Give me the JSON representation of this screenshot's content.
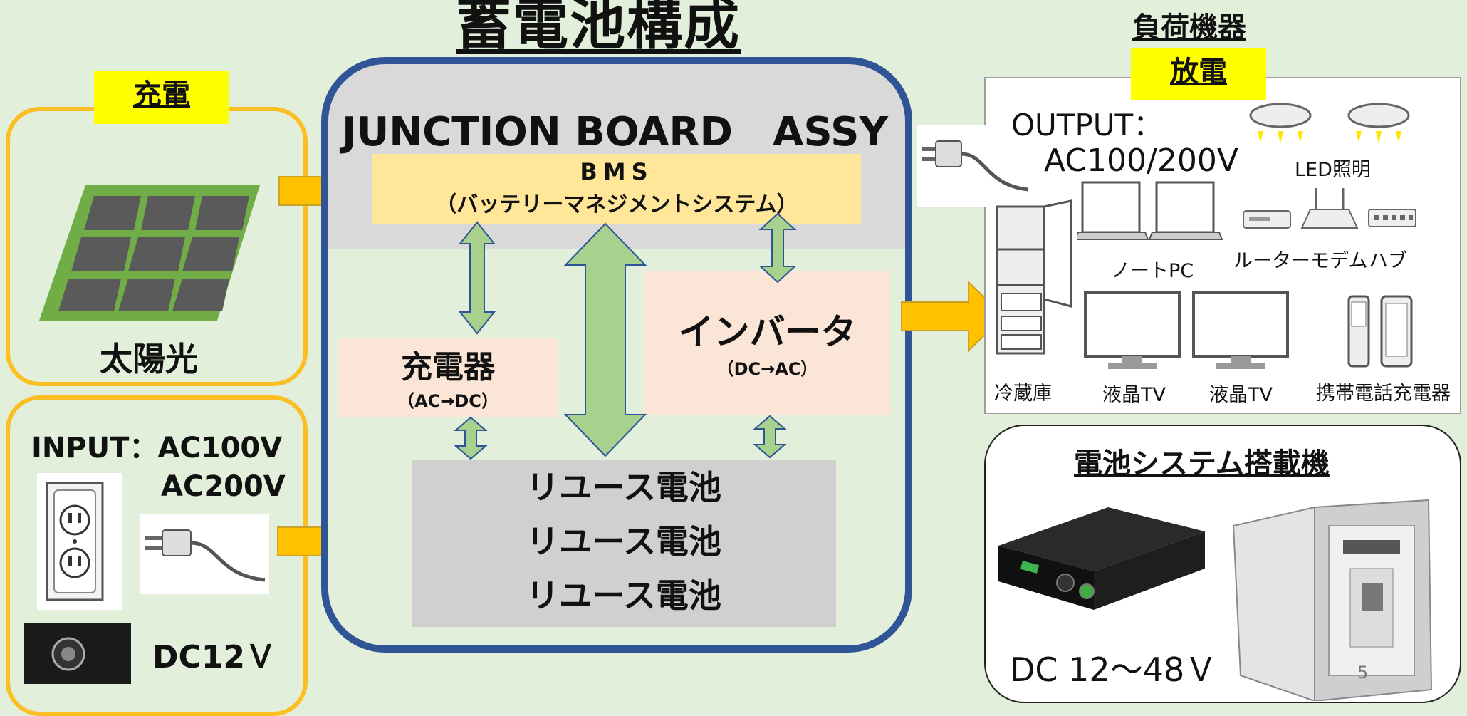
{
  "title": "蓄電池構成",
  "charge": {
    "tag": "充電",
    "solar_label": "太陽光"
  },
  "input": {
    "label1": "INPUT：AC100V",
    "label2": "AC200V",
    "dc_label": "DC12Ｖ"
  },
  "junction": {
    "title": "JUNCTION BOARD　ASSY",
    "bms_line1": "BMS",
    "bms_line2": "（バッテリーマネジメントシステム）",
    "charger": "充電器",
    "charger_sub": "（AC→DC）",
    "inverter": "インバータ",
    "inverter_sub": "（DC→AC）",
    "batteries": [
      "リユース電池",
      "リユース電池",
      "リユース電池"
    ]
  },
  "load": {
    "header": "負荷機器",
    "discharge_tag": "放電",
    "output_line1": "OUTPUT：",
    "output_line2": "AC100/200V",
    "items": {
      "led": "LED照明",
      "router": "ルーターモデム",
      "hub": "ハブ",
      "laptop": "ノートPC",
      "fridge": "冷蔵庫",
      "tv1": "液晶TV",
      "tv2": "液晶TV",
      "phone": "携帯電話充電器"
    }
  },
  "system": {
    "title": "電池システム搭載機",
    "dc_range": "DC 12～48Ｖ"
  },
  "page_number": "5",
  "colors": {
    "background": "#e2efda",
    "arrow_orange": "#ffc000",
    "arrow_green": "#a9d18e",
    "border_blue": "#2f5597"
  }
}
